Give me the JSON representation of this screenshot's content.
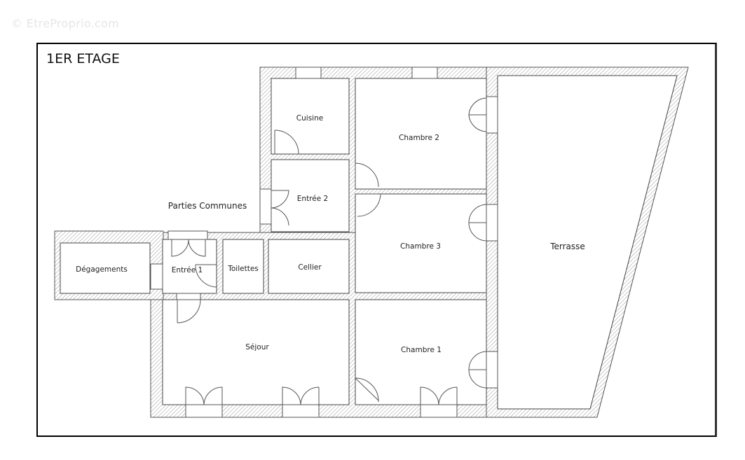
{
  "watermark": "© EtreProprio.com",
  "plan": {
    "title": "1ER ETAGE",
    "outside_label": "Parties Communes",
    "rooms": [
      {
        "id": "cuisine",
        "label": "Cuisine"
      },
      {
        "id": "chambre2",
        "label": "Chambre 2"
      },
      {
        "id": "entree2",
        "label": "Entrée 2"
      },
      {
        "id": "chambre3",
        "label": "Chambre 3"
      },
      {
        "id": "degagements",
        "label": "Dégagements"
      },
      {
        "id": "entree1",
        "label": "Entrée 1"
      },
      {
        "id": "toilettes",
        "label": "Toilettes"
      },
      {
        "id": "cellier",
        "label": "Cellier"
      },
      {
        "id": "sejour",
        "label": "Séjour"
      },
      {
        "id": "chambre1",
        "label": "Chambre 1"
      },
      {
        "id": "terrasse",
        "label": "Terrasse"
      }
    ]
  },
  "colors": {
    "wall_stroke": "#555555",
    "hatch": "#9a9a9a",
    "frame": "#000000"
  }
}
